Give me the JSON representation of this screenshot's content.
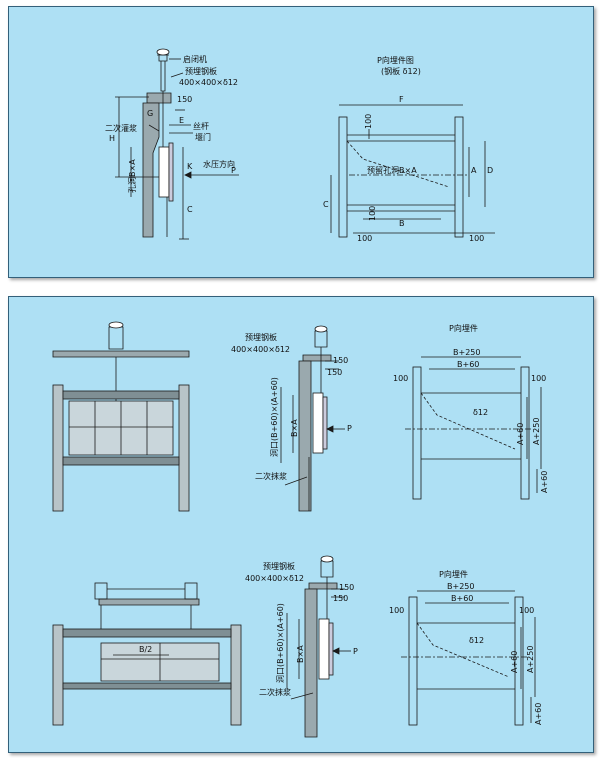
{
  "colors": {
    "panel_bg": "#aee0f4",
    "ink": "#1a1a1a",
    "concrete": "#8a9aa0"
  },
  "top": {
    "side": {
      "hoist": "启闭机",
      "plate": "预埋钢板",
      "plate_dim": "400×400×δ12",
      "dim150": "150",
      "second_grout": "二次灌浆",
      "G": "G",
      "E": "E",
      "screw": "丝杆",
      "gate": "堰门",
      "H": "H",
      "hole": "孔洞B×A",
      "K": "K",
      "C": "C",
      "flow": "水压方向",
      "P": "P"
    },
    "front": {
      "title": "P向埋件图",
      "subtitle": "(钢板 δ12)",
      "F": "F",
      "dim100_top": "100",
      "reserve_hole": "预留孔洞B×A",
      "A": "A",
      "D": "D",
      "C": "C",
      "dim100_mid": "100",
      "B": "B",
      "dim100_left": "100",
      "dim100_right": "100"
    }
  },
  "middle": {
    "side": {
      "plate": "预埋钢板",
      "plate_dim": "400×400×δ12",
      "dim150a": "150",
      "dim150b": "150",
      "hole": "洞口(B+60)×(A+60)",
      "BxA": "B×A",
      "P": "P",
      "grout": "二次抹浆"
    },
    "pview": {
      "title": "P向埋件",
      "b250": "B+250",
      "b60": "B+60",
      "d100l": "100",
      "d100r": "100",
      "delta": "δ12",
      "a60": "A+60",
      "a250": "A+250",
      "a60b": "A+60"
    }
  },
  "lower": {
    "front": {
      "half": "B/2"
    },
    "side": {
      "plate": "预埋钢板",
      "plate_dim": "400×400×δ12",
      "dim150a": "150",
      "dim150b": "150",
      "hole": "洞口(B+60)×(A+60)",
      "BxA": "B×A",
      "P": "P",
      "grout": "二次抹浆"
    },
    "pview": {
      "title": "P向埋件",
      "b250": "B+250",
      "b60": "B+60",
      "d100l": "100",
      "d100r": "100",
      "delta": "δ12",
      "a60": "A+60",
      "a250": "A+250",
      "a60b": "A+60"
    }
  }
}
